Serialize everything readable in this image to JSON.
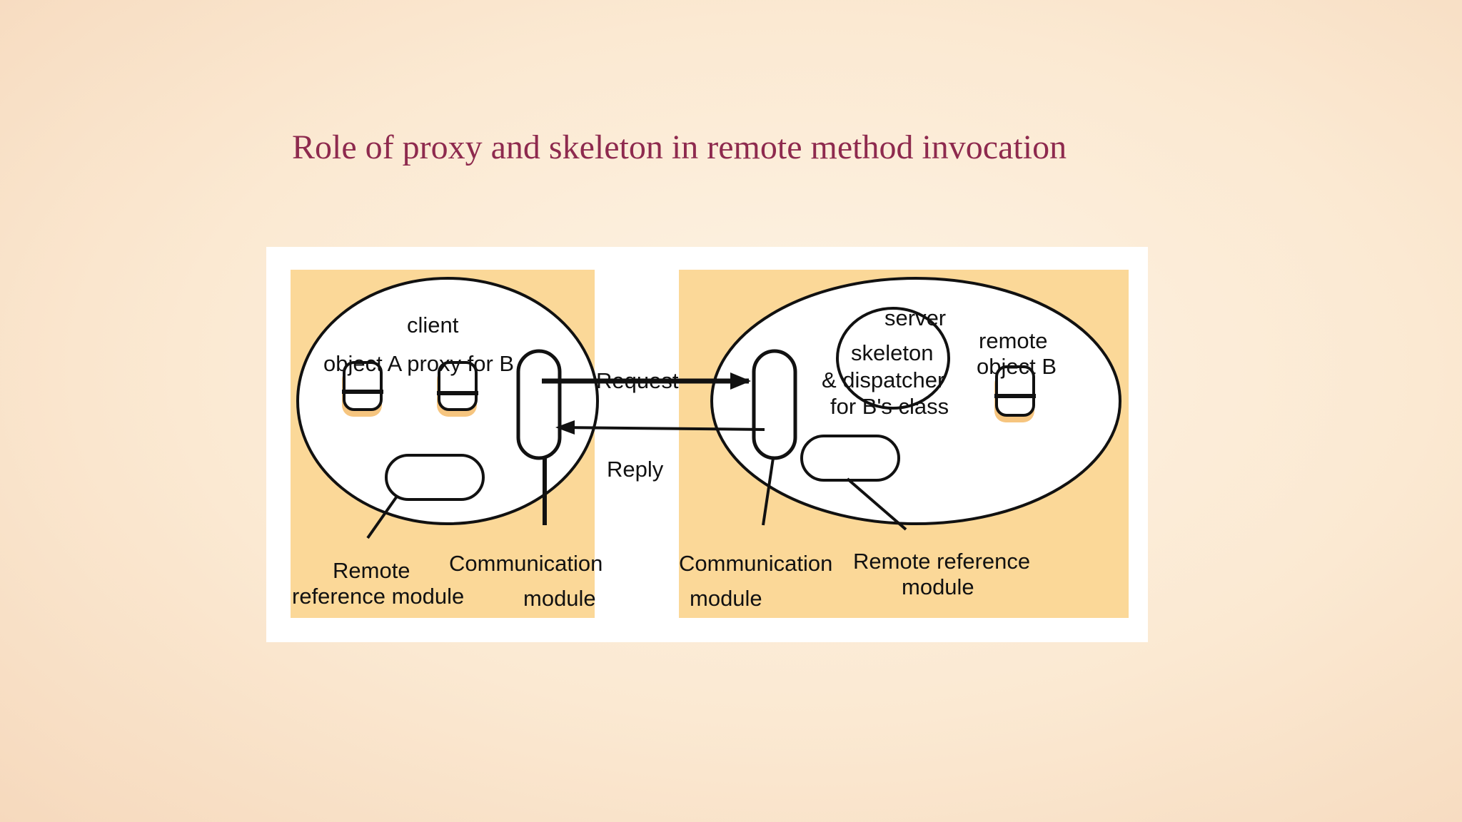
{
  "slide": {
    "title": "Role of proxy and skeleton in remote method invocation"
  },
  "diagram": {
    "client": {
      "title": "client",
      "objects_label": "object A proxy for B",
      "remote_ref_label_line1": "Remote",
      "remote_ref_label_line2": "reference module",
      "comm_label_line1": "Communication",
      "comm_label_line2": "module"
    },
    "server": {
      "title": "server",
      "skeleton_line1": "skeleton",
      "skeleton_line2": "& dispatcher",
      "skeleton_line3": "for B's class",
      "remote_obj_line1": "remote",
      "remote_obj_line2": "object B",
      "comm_label_line1": "Communication",
      "comm_label_line2": "module",
      "remote_ref_label_line1": "Remote reference",
      "remote_ref_label_line2": "module"
    },
    "arrows": {
      "request": "Request",
      "reply": "Reply"
    },
    "colors": {
      "panel": "#fbd898",
      "object_shadow": "#f6c57f",
      "title": "#8e2a4e"
    }
  }
}
